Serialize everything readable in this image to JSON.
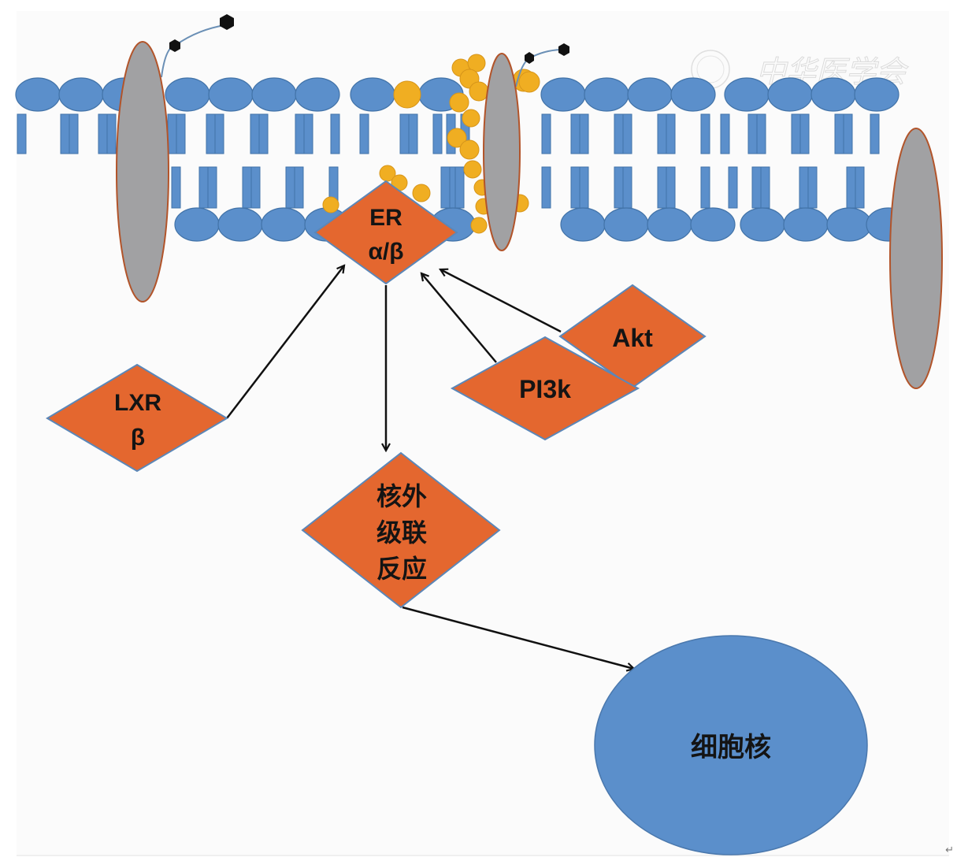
{
  "figure": {
    "description": "Membrane estrogen receptor signaling pathway",
    "nodes": {
      "er": {
        "line1": "ER",
        "line2": "α/β"
      },
      "lxr": {
        "line1": "LXR",
        "line2": "β"
      },
      "akt": {
        "label": "Akt"
      },
      "pi3k": {
        "label": "PI3k"
      },
      "cascade": {
        "line1": "核外",
        "line2": "级联",
        "line3": "反应"
      },
      "nucleus": {
        "label": "细胞核"
      }
    },
    "edges": [
      {
        "from": "lxr",
        "to": "er"
      },
      {
        "from": "pi3k",
        "to": "er"
      },
      {
        "from": "akt",
        "to": "er"
      },
      {
        "from": "er",
        "to": "cascade"
      },
      {
        "from": "cascade",
        "to": "nucleus"
      }
    ],
    "colors": {
      "node_fill": "#e4672f",
      "node_stroke": "#5b87b8",
      "lipid": "#5b8fcb",
      "lipid_stroke": "#4273a8",
      "cholesterol": "#f0ae22",
      "protein": "#a1a1a3",
      "protein_stroke": "#b2542a",
      "nucleus": "#5b8fcb",
      "ligand": "#111111"
    },
    "watermark": "中华医学会",
    "paragraph_mark": "↵"
  }
}
